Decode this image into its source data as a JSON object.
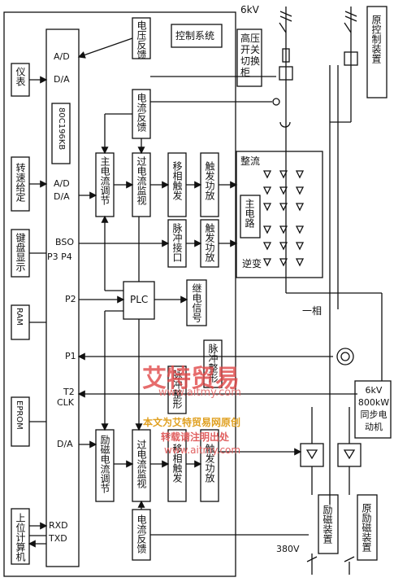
{
  "title": "控制系统",
  "power": {
    "hv": "6kV",
    "lv": "380V"
  },
  "mcu": "80C196KB",
  "left_blocks": {
    "meter": "仪表",
    "speed_set": "转速给定",
    "keypad": "键盘显示",
    "ram": "RAM",
    "eprom": "EPROM",
    "host_pc": "上位计算机"
  },
  "mcu_ports": {
    "ad_top": "A/D",
    "da_top": "D/A",
    "ad_mid": "A/D",
    "da_mid": "D/A",
    "bso": "BSO",
    "p3p4": "P3 P4",
    "p2": "P2",
    "p1": "P1",
    "t2": "T2",
    "clk": "CLK",
    "da_low": "D/A",
    "rxd": "RXD",
    "txd": "TXD"
  },
  "control_blocks": {
    "volt_fb": "电压反馈",
    "curr_fb_top": "电流反馈",
    "main_curr_reg": "主电流调节",
    "overcurr_top": "过电流监视",
    "phase_shift_top": "移相触发",
    "trigger_amp_top": "触发功放",
    "pulse_if": "脉冲接口",
    "trigger_amp_mid": "触发功放",
    "plc": "PLC",
    "relay_sig": "继电信号",
    "pulse_shape_a": "脉冲整形",
    "pulse_shape_b": "脉冲整形",
    "excite_reg": "励磁电流调节",
    "overcurr_low": "过电流监视",
    "phase_shift_low": "移相触发",
    "trigger_amp_low": "触发功放",
    "curr_fb_low": "电流反馈"
  },
  "power_blocks": {
    "hv_switch": "高压开关切换柜",
    "orig_ctrl": "原控制装置",
    "rectifier": "整流",
    "main_circuit": "主电路",
    "inverter": "逆变",
    "one_phase": "一相",
    "motor": "6kV 800kW 同步电动机",
    "excite_dev": "励磁装置",
    "orig_excite": "原励磁装置"
  },
  "watermark": {
    "brand": "艾特贸易",
    "url": "www.aitmy.com",
    "line1": "本文为艾特贸易网原创",
    "line2": "转载请注明出处",
    "url2": "www.aitmy.com"
  }
}
